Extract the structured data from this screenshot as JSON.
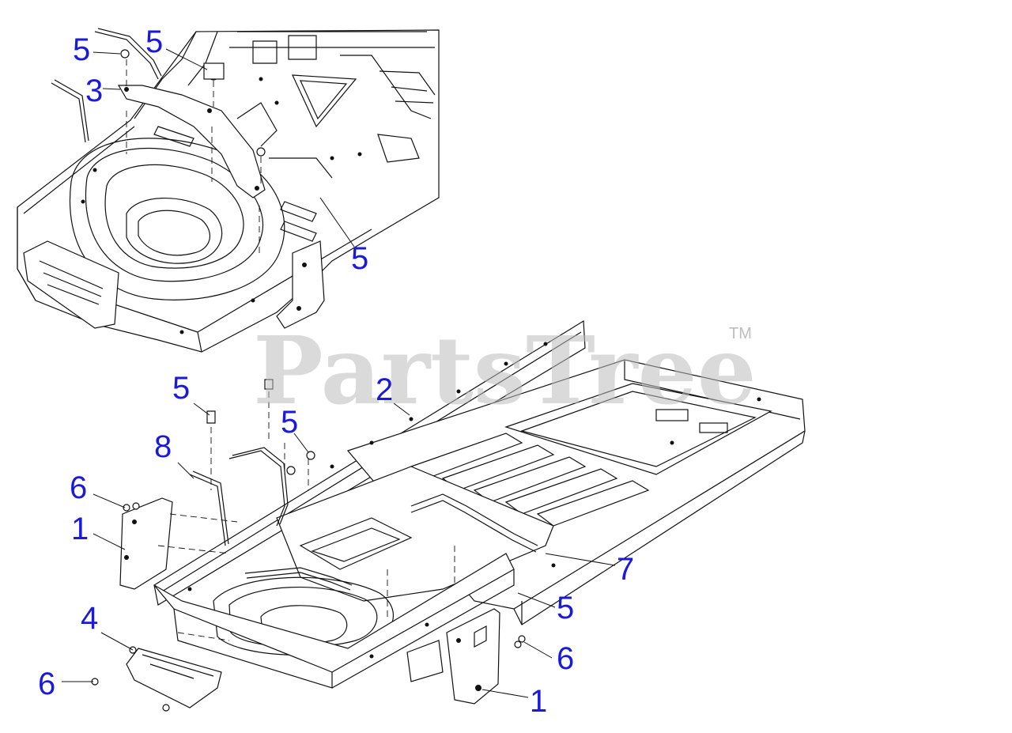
{
  "diagram": {
    "watermark": "PartsTree",
    "trademark": "TM",
    "callouts": [
      {
        "id": "c-5-a",
        "text": "5"
      },
      {
        "id": "c-5-b",
        "text": "5"
      },
      {
        "id": "c-3",
        "text": "3"
      },
      {
        "id": "c-5-c",
        "text": "5"
      },
      {
        "id": "c-2",
        "text": "2"
      },
      {
        "id": "c-5-d",
        "text": "5"
      },
      {
        "id": "c-5-e",
        "text": "5"
      },
      {
        "id": "c-8",
        "text": "8"
      },
      {
        "id": "c-6-a",
        "text": "6"
      },
      {
        "id": "c-1-a",
        "text": "1"
      },
      {
        "id": "c-7",
        "text": "7"
      },
      {
        "id": "c-5-f",
        "text": "5"
      },
      {
        "id": "c-4",
        "text": "4"
      },
      {
        "id": "c-6-b",
        "text": "6"
      },
      {
        "id": "c-6-c",
        "text": "6"
      },
      {
        "id": "c-1-b",
        "text": "1"
      }
    ]
  }
}
